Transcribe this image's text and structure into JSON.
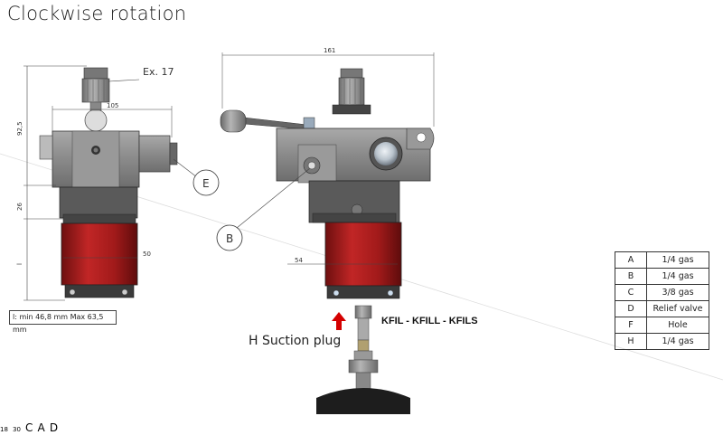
{
  "title": "Clockwise rotation",
  "dimensions": {
    "d161": "161",
    "d105": "105",
    "d925": "92,5",
    "d26": "26",
    "d50": "50",
    "d54": "54",
    "d18": "18",
    "d30": "30",
    "dl": "l"
  },
  "ex_label": "Ex. 17",
  "length_note": "l: min 46,8 mm Max 63,5 mm",
  "callouts": [
    "A",
    "B",
    "C",
    "D",
    "E"
  ],
  "models": "KFIL - KFILL - KFILS",
  "suction_plug": "H Suction plug",
  "legend": [
    {
      "key": "A",
      "value": "1/4 gas"
    },
    {
      "key": "B",
      "value": "1/4 gas"
    },
    {
      "key": "C",
      "value": "3/8 gas"
    },
    {
      "key": "D",
      "value": "Relief valve"
    },
    {
      "key": "F",
      "value": "Hole"
    },
    {
      "key": "H",
      "value": "1/4 gas"
    }
  ],
  "colors": {
    "body_grey": "#8e8e8e",
    "red": "#a01818",
    "arrow_red": "#d40000",
    "dark": "#3a3a3a"
  }
}
